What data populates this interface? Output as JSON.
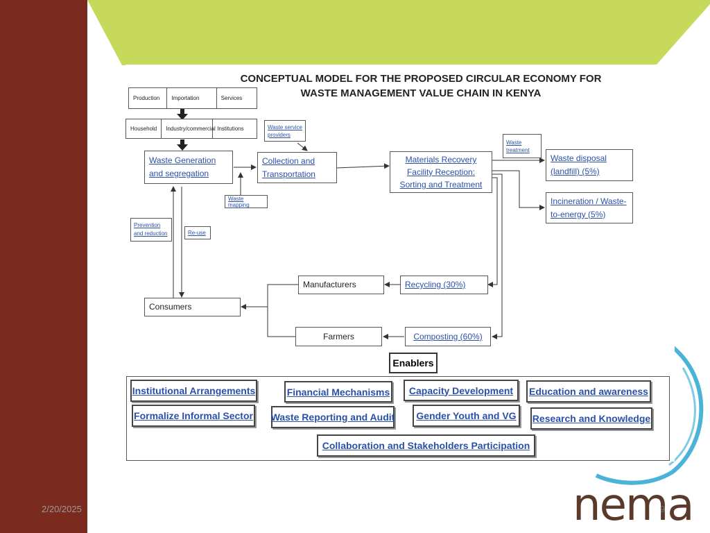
{
  "slide": {
    "date": "2/20/2025",
    "page_number": "9",
    "logo_text": "nema",
    "colors": {
      "sidebar": "#7b2a1f",
      "banner": "#c7d95a",
      "link": "#2a50a8",
      "swoosh": "#4bb3d8"
    }
  },
  "diagram": {
    "title_line1": "CONCEPTUAL MODEL FOR THE PROPOSED CIRCULAR ECONOMY FOR",
    "title_line2": "WASTE MANAGEMENT  VALUE CHAIN IN KENYA",
    "sources": [
      "Production",
      "Importation",
      "Services"
    ],
    "generators": [
      "Household",
      "Industry/commercial",
      "Institutions"
    ],
    "nodes": {
      "waste_generation": "Waste Generation and segregation",
      "collection": "Collection and Transportation",
      "mrf": "Materials  Recovery Facility Reception: Sorting  and Treatment",
      "waste_disposal": "Waste disposal (landfill) (5%)",
      "incineration": "Incineration / Waste-to-energy (5%)",
      "manufacturers": "Manufacturers",
      "recycling": "Recycling (30%)",
      "consumers": "Consumers",
      "farmers": "Farmers",
      "composting": "Composting (60%)"
    },
    "labels": {
      "waste_service_providers": "Waste service providers",
      "waste_treatment": "Waste treatment",
      "waste_mapping": "Waste mapping",
      "prevention": "Prevention and reduction",
      "reuse": "Re-use"
    },
    "enablers_title": "Enablers",
    "enablers": [
      "Institutional Arrangements",
      "Financial Mechanisms",
      "Capacity Development",
      "Education and awareness",
      "Formalize Informal Sector",
      "Waste Reporting and Audit",
      "Gender Youth and VG",
      "Research and Knowledge",
      "Collaboration and Stakeholders Participation"
    ]
  }
}
